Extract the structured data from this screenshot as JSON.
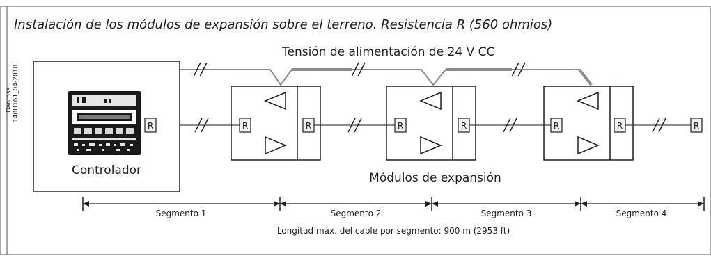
{
  "figure": {
    "title": "Instalación de los módulos de expansión sobre el terreno. Resistencia R (560 ohmios)",
    "doc_code_line1": "Danfoss",
    "doc_code_line2": "148H161_04-2018",
    "supply_label": "Tensión de alimentación de 24 V CC",
    "controller_label": "Controlador",
    "modules_label": "Módulos de expansión",
    "resistor_label": "R",
    "segments": [
      "Segmento 1",
      "Segmento 2",
      "Segmento 3",
      "Segmento 4"
    ],
    "max_length_note": "Longitud máx. del cable por segmento: 900 m (2953 ft)"
  }
}
